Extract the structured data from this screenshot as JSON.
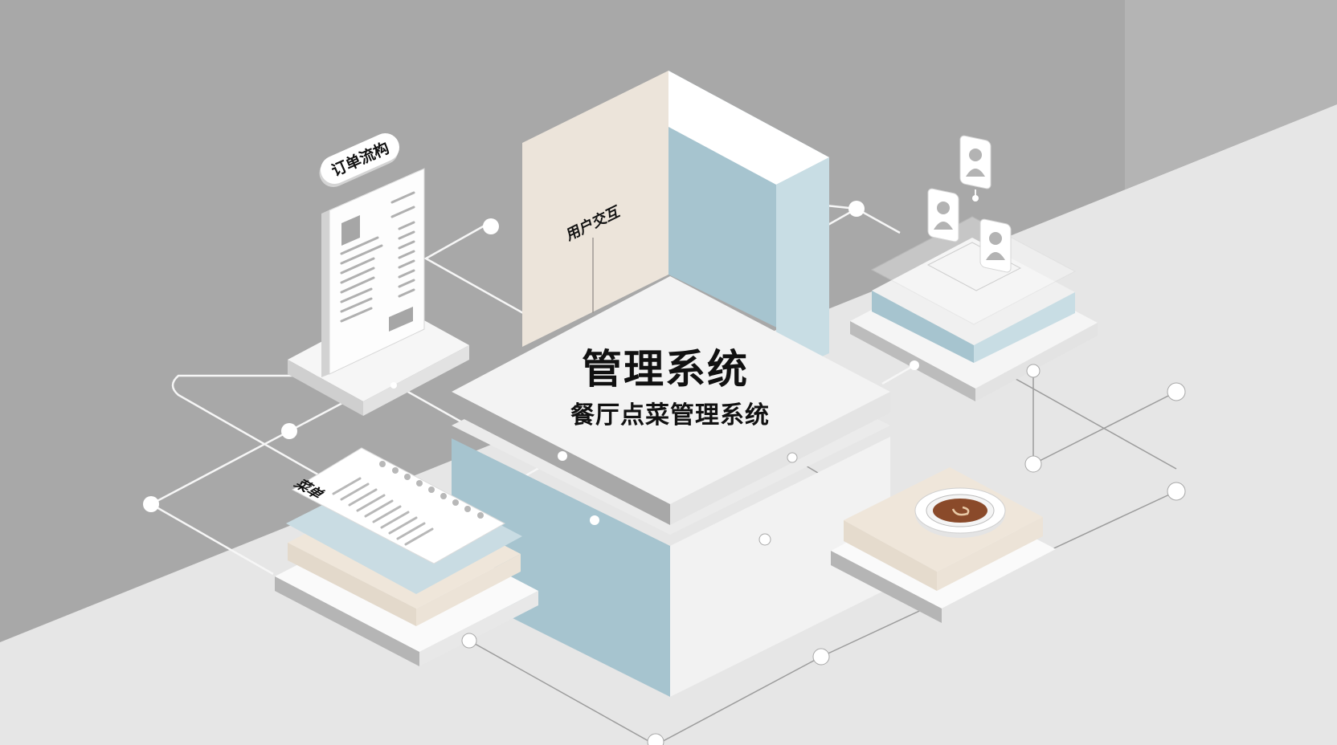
{
  "illustration": {
    "title": "管理系统",
    "subtitle": "餐厅点菜管理系统",
    "order_flow_tag": "订单流构",
    "user_interaction_label": "用户交互",
    "menu_sheet_label": "菜单",
    "icons": {
      "order_document": "receipt-document-icon",
      "menu_sheet": "menu-sheet-icon",
      "user_profiles": "user-profile-icon",
      "dish": "food-plate-icon"
    }
  },
  "colors": {
    "background_wall": "#a8a8a8",
    "background_floor": "#e6e6e6",
    "block_top": "#f2f2f2",
    "block_blue": "#a6c4cf",
    "block_beige": "#ece4da",
    "plate_sauce": "#8a4a2a",
    "node": "#ffffff",
    "text": "#111111"
  }
}
